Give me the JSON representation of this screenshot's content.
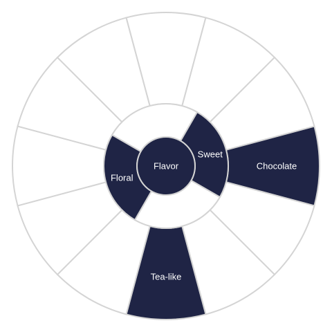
{
  "center": {
    "label": "Flavor"
  },
  "ring1": [
    {
      "label": "Sweet",
      "highlight": true
    },
    {
      "label": "",
      "highlight": false
    },
    {
      "label": "Floral",
      "highlight": true
    },
    {
      "label": "",
      "highlight": false
    }
  ],
  "ring2": [
    {
      "label": "Chocolate",
      "highlight": true
    },
    {
      "label": "",
      "highlight": false
    },
    {
      "label": "",
      "highlight": false
    },
    {
      "label": "Tea-like",
      "highlight": true
    },
    {
      "label": "",
      "highlight": false
    },
    {
      "label": "",
      "highlight": false
    },
    {
      "label": "",
      "highlight": false
    },
    {
      "label": "",
      "highlight": false
    },
    {
      "label": "",
      "highlight": false
    },
    {
      "label": "",
      "highlight": false
    },
    {
      "label": "",
      "highlight": false
    },
    {
      "label": "",
      "highlight": false
    }
  ],
  "colors": {
    "highlight": "#1f2445",
    "background": "#ffffff",
    "stroke": "#d4d4d4",
    "label": "#ffffff"
  }
}
